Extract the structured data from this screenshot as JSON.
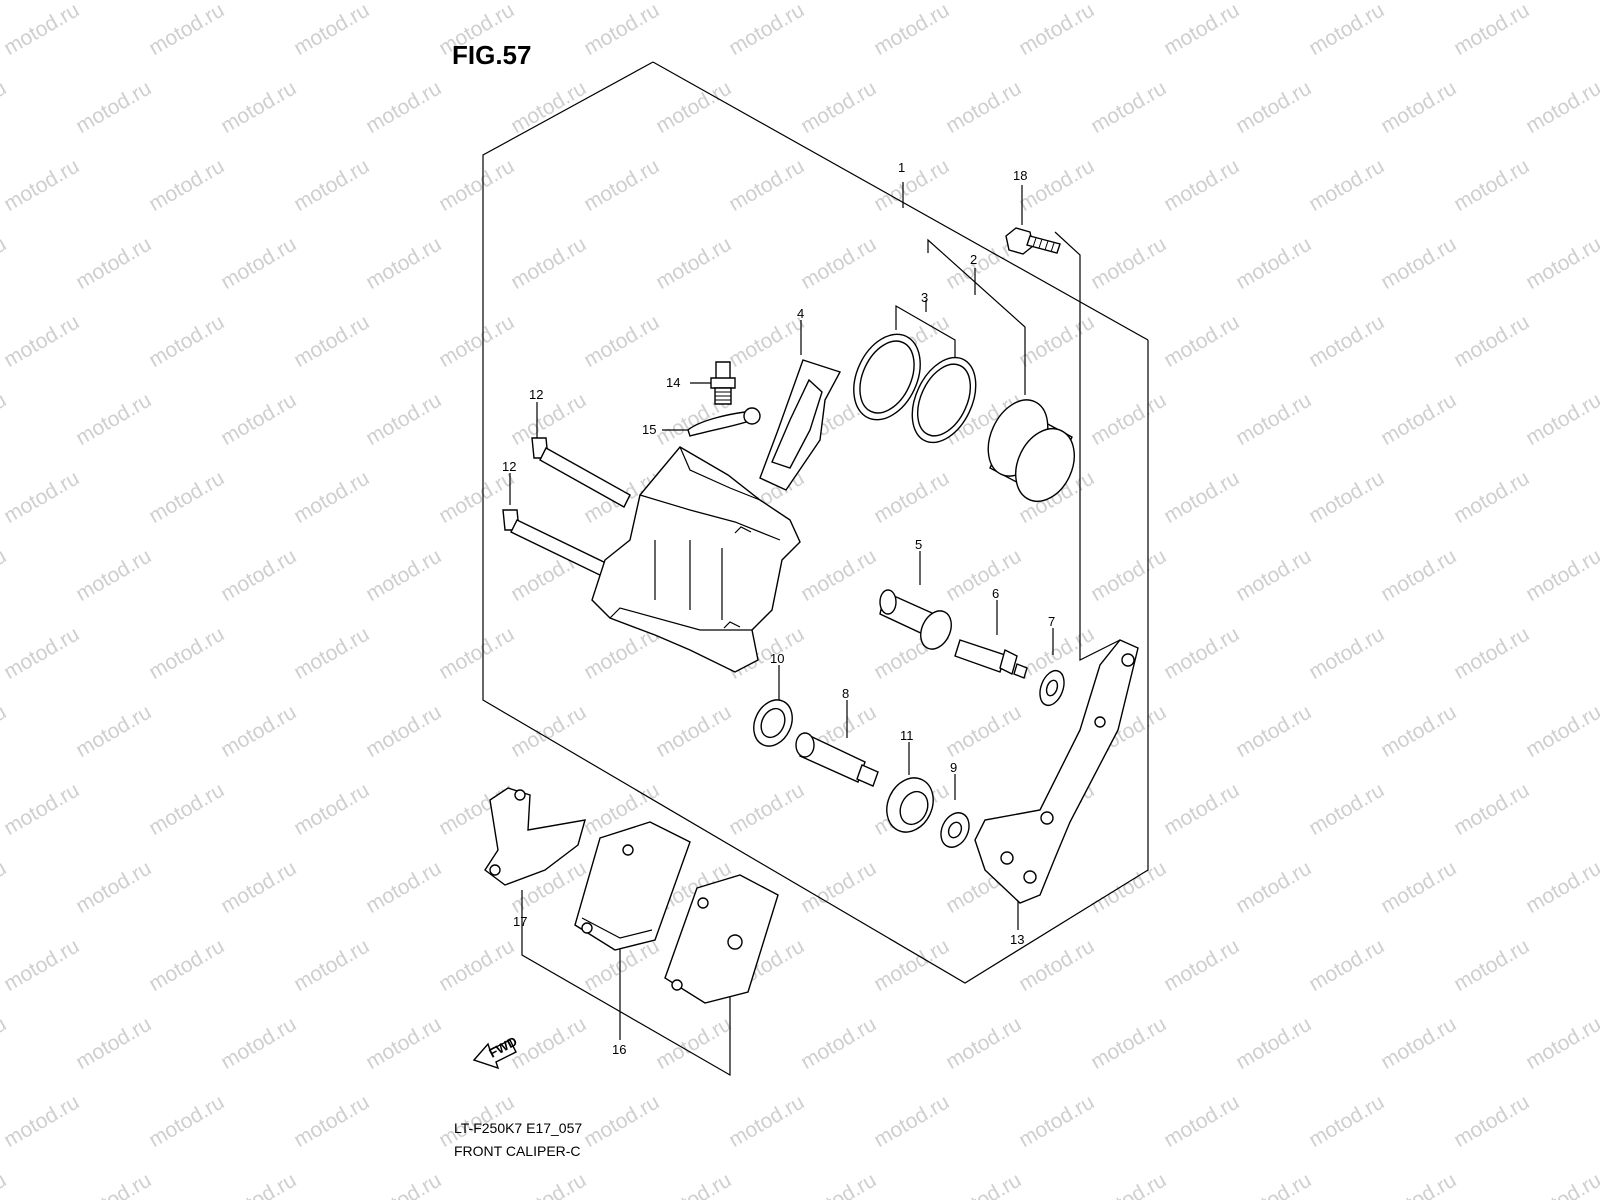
{
  "figure": {
    "title": "FIG.57"
  },
  "watermark": {
    "text": "motod.ru"
  },
  "callouts": {
    "c1": "1",
    "c2": "2",
    "c3": "3",
    "c4": "4",
    "c5": "5",
    "c6": "6",
    "c7": "7",
    "c8": "8",
    "c9": "9",
    "c10": "10",
    "c11": "11",
    "c12a": "12",
    "c12b": "12",
    "c13": "13",
    "c14": "14",
    "c15": "15",
    "c16": "16",
    "c17": "17",
    "c18": "18"
  },
  "direction_marker": {
    "label": "FWD"
  },
  "footer": {
    "model_code": "LT-F250K7 E17_057",
    "section_name": "FRONT CALIPER-C"
  }
}
